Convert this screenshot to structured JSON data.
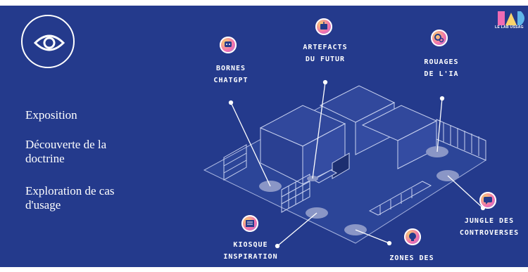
{
  "menu": {
    "items": [
      {
        "label": "Exposition"
      },
      {
        "label": "Découverte de la doctrine"
      },
      {
        "label": "Exploration de cas d'usage"
      }
    ]
  },
  "brand": {
    "logo_text": "LE LAB USSAG"
  },
  "zones": [
    {
      "label": "BORNES\nCHATGPT",
      "icon": "chatbot-icon"
    },
    {
      "label": "ARTEFACTS\nDU FUTUR",
      "icon": "robot-icon"
    },
    {
      "label": "ROUAGES\nDE L'IA",
      "icon": "gears-icon"
    },
    {
      "label": "JUNGLE DES\nCONTROVERSES",
      "icon": "chat-bubbles-icon"
    },
    {
      "label": "KIOSQUE\nINSPIRATION",
      "icon": "newspaper-icon"
    },
    {
      "label": "ZONES DES\nPOSSIBLES",
      "icon": "lightbulb-brain-icon"
    }
  ],
  "colors": {
    "background": "#243a8c",
    "text": "#ffffff",
    "floor": "#2c4598",
    "marker": "#8a96c6"
  }
}
